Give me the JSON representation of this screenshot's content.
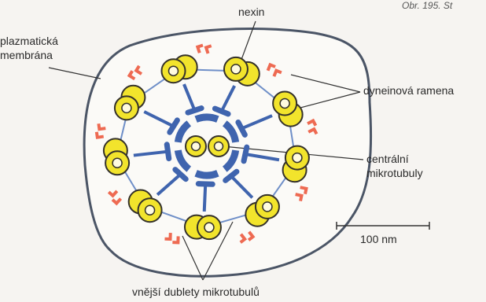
{
  "caption": "Obr. 195. St",
  "labels": {
    "nexin": "nexin",
    "plasma_line1": "plazmatická",
    "plasma_line2": "membrána",
    "dynein": "dyneinová ramena",
    "central_line1": "centrální",
    "central_line2": "mikrotubuly",
    "scale": "100 nm",
    "outer": "vnější dublety mikrotubulů"
  },
  "colors": {
    "membrane": "#4b5566",
    "tubule_fill": "#f2e42c",
    "tubule_stroke": "#34312a",
    "spoke": "#3f64ae",
    "dynein": "#ee6a52",
    "nexin_link": "#6f8fc8",
    "leader": "#333333"
  },
  "doublet_count": 9
}
